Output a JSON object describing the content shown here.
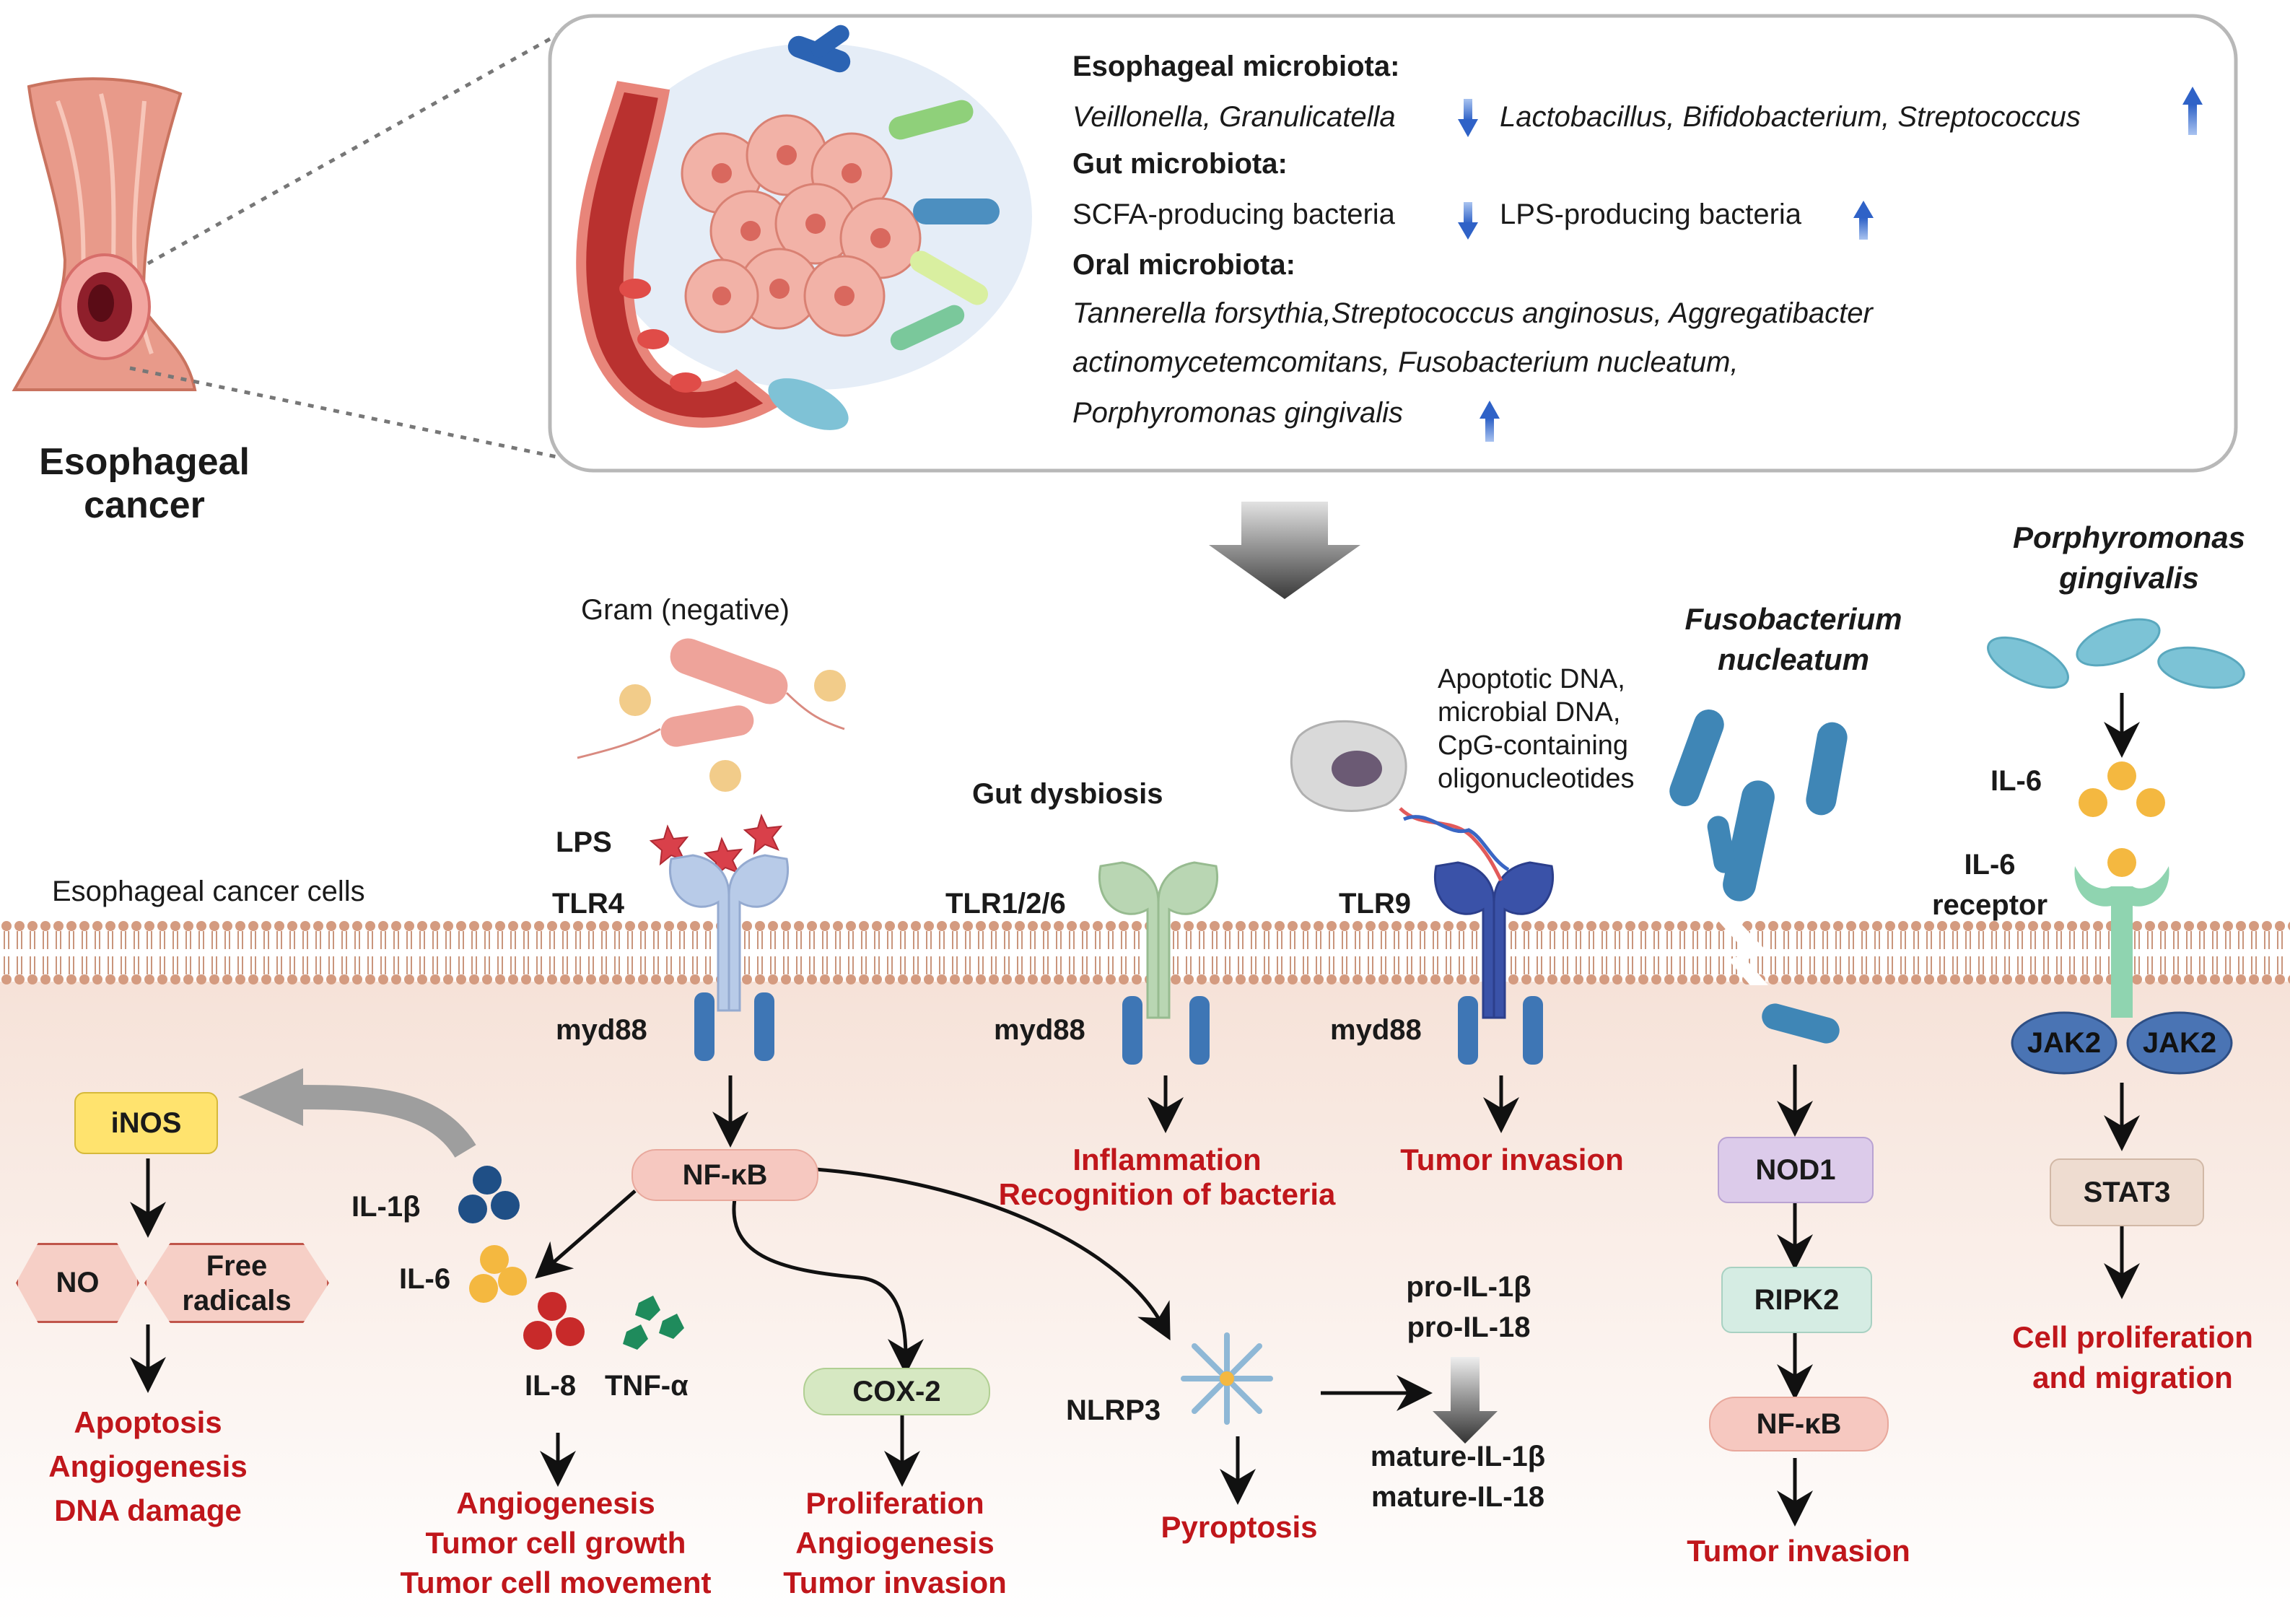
{
  "tissue": {
    "label_line1": "Esophageal",
    "label_line2": "cancer"
  },
  "microbiota_panel": {
    "esophageal_title": "Esophageal microbiota:",
    "esophageal_down": "Veillonella, Granulicatella",
    "esophageal_up": "Lactobacillus, Bifidobacterium, Streptococcus",
    "gut_title": "Gut microbiota:",
    "gut_down": "SCFA-producing bacteria",
    "gut_up": "LPS-producing bacteria",
    "oral_title": "Oral microbiota:",
    "oral_line1": "Tannerella forsythia,Streptococcus anginosus, Aggregatibacter",
    "oral_line2": "actinomycetemcomitans, Fusobacterium nucleatum,",
    "oral_line3": "Porphyromonas gingivalis"
  },
  "membrane_label": "Esophageal cancer cells",
  "tlr4_pathway": {
    "source": "Gram (negative)",
    "ligand": "LPS",
    "receptor": "TLR4",
    "adaptor": "myd88",
    "nfkb": "NF-κB"
  },
  "tlr126_pathway": {
    "source": "Gut dysbiosis",
    "receptor": "TLR1/2/6",
    "adaptor": "myd88",
    "outcome_line1": "Inflammation",
    "outcome_line2": "Recognition of bacteria"
  },
  "tlr9_pathway": {
    "ligand_line1": "Apoptotic DNA,",
    "ligand_line2": "microbial DNA,",
    "ligand_line3": "CpG-containing",
    "ligand_line4": "oligonucleotides",
    "receptor": "TLR9",
    "adaptor": "myd88",
    "outcome": "Tumor invasion"
  },
  "fusobacterium_pathway": {
    "title_line1": "Fusobacterium",
    "title_line2": "nucleatum",
    "step1": "NOD1",
    "step2": "RIPK2",
    "step3": "NF-κB",
    "outcome": "Tumor invasion"
  },
  "porphyromonas_pathway": {
    "title_line1": "Porphyromonas",
    "title_line2": "gingivalis",
    "cytokine": "IL-6",
    "receptor_line1": "IL-6",
    "receptor_line2": "receptor",
    "kinase_left": "JAK2",
    "kinase_right": "JAK2",
    "stat": "STAT3",
    "outcome_line1": "Cell proliferation",
    "outcome_line2": "and migration"
  },
  "inos_pathway": {
    "enzyme": "iNOS",
    "product1": "NO",
    "product2_line1": "Free",
    "product2_line2": "radicals",
    "outcome_line1": "Apoptosis",
    "outcome_line2": "Angiogenesis",
    "outcome_line3": "DNA damage"
  },
  "cytokines": {
    "il1b": "IL-1β",
    "il6": "IL-6",
    "il8": "IL-8",
    "tnfa": "TNF-α",
    "outcome_line1": "Angiogenesis",
    "outcome_line2": "Tumor cell growth",
    "outcome_line3": "Tumor cell movement"
  },
  "cox2_pathway": {
    "enzyme": "COX-2",
    "outcome_line1": "Proliferation",
    "outcome_line2": "Angiogenesis",
    "outcome_line3": "Tumor invasion"
  },
  "nlrp3_pathway": {
    "sensor": "NLRP3",
    "outcome": "Pyroptosis",
    "pro_line1": "pro-IL-1β",
    "pro_line2": "pro-IL-18",
    "mature_line1": "mature-IL-1β",
    "mature_line2": "mature-IL-18"
  },
  "colors": {
    "outcome_red": "#c0161b",
    "arrow_up_blue": "#4a7fd6",
    "membrane": "#d8a58c",
    "cytoplasm": "#f7e6dd",
    "nfkb_box": "#f6c8c0",
    "inos_box": "#ffe36e",
    "cox2_box": "#d6e8c2",
    "nod1_box": "#dccbea",
    "ripk2_box": "#d5ece3",
    "stat3_box": "#eedcd0",
    "jak2": "#4a74b4"
  }
}
